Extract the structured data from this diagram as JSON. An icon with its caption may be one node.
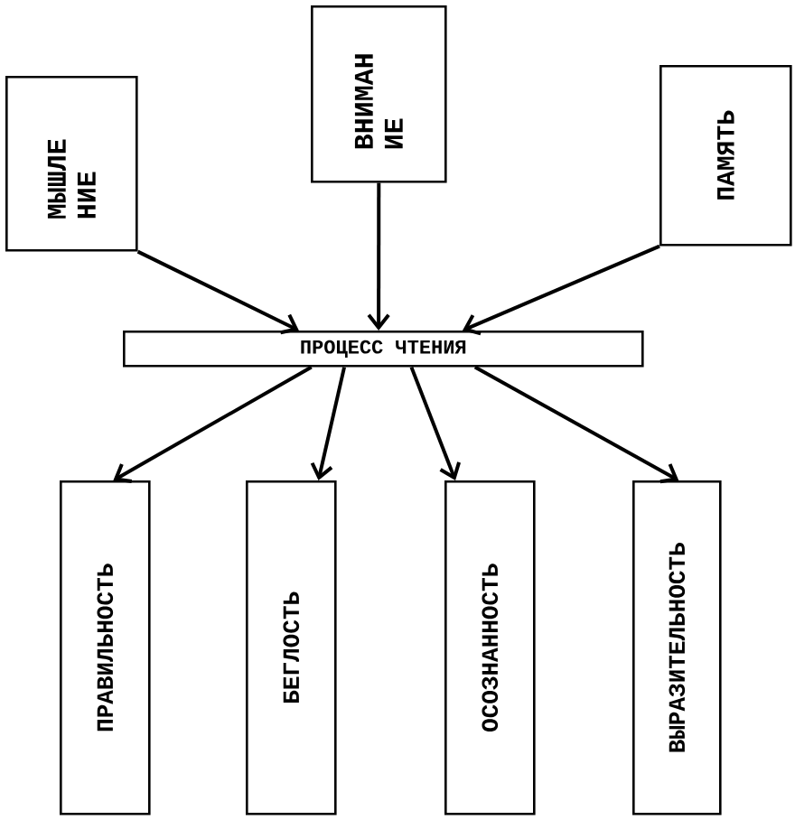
{
  "diagram": {
    "nodes": [
      {
        "text": [
          "МЫШЛЕ НИЕ"
        ]
      },
      {
        "text": [
          "ВНИМАН ИЕ"
        ]
      },
      {
        "text": [
          "ПАМЯТЬ"
        ]
      },
      {
        "text": [
          "ПРОЦЕСС ЧТЕНИЯ"
        ]
      },
      {
        "text": [
          "ПРАВИЛЬНОСТЬ"
        ]
      },
      {
        "text": [
          "БЕГЛОСТЬ"
        ]
      },
      {
        "text": [
          "ОСОЗНАННОСТЬ"
        ]
      },
      {
        "text": [
          "ВЫРАЗИТЕЛЬНОСТЬ"
        ]
      }
    ],
    "edges": [
      {
        "from": 0,
        "to": 3,
        "arrow": "to"
      },
      {
        "from": 1,
        "to": 3,
        "arrow": "to"
      },
      {
        "from": 2,
        "to": 3,
        "arrow": "to"
      },
      {
        "from": 3,
        "to": 4,
        "arrow": "to"
      },
      {
        "from": 3,
        "to": 5,
        "arrow": "to"
      },
      {
        "from": 3,
        "to": 6,
        "arrow": "to"
      },
      {
        "from": 3,
        "to": 7,
        "arrow": "to"
      }
    ]
  }
}
